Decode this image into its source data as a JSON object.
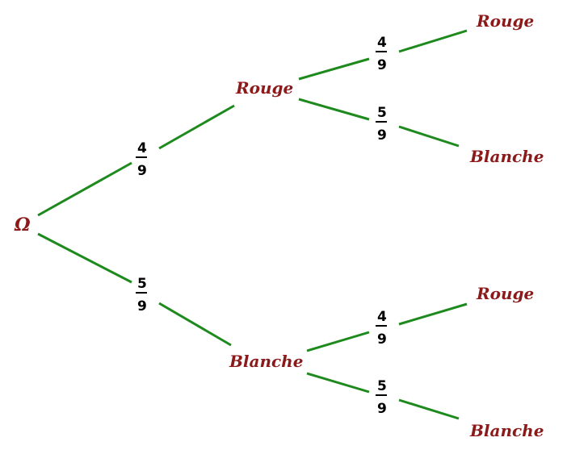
{
  "tree": {
    "root": "Ω",
    "level1": {
      "upper": {
        "label": "Rouge",
        "prob_num": "4",
        "prob_den": "9"
      },
      "lower": {
        "label": "Blanche",
        "prob_num": "5",
        "prob_den": "9"
      }
    },
    "level2": {
      "upper_upper": {
        "label": "Rouge",
        "prob_num": "4",
        "prob_den": "9"
      },
      "upper_lower": {
        "label": "Blanche",
        "prob_num": "5",
        "prob_den": "9"
      },
      "lower_upper": {
        "label": "Rouge",
        "prob_num": "4",
        "prob_den": "9"
      },
      "lower_lower": {
        "label": "Blanche",
        "prob_num": "5",
        "prob_den": "9"
      }
    },
    "colors": {
      "branch": "#1e8a1e",
      "node_text": "#8b1a1a",
      "probability_text": "#000000"
    }
  }
}
